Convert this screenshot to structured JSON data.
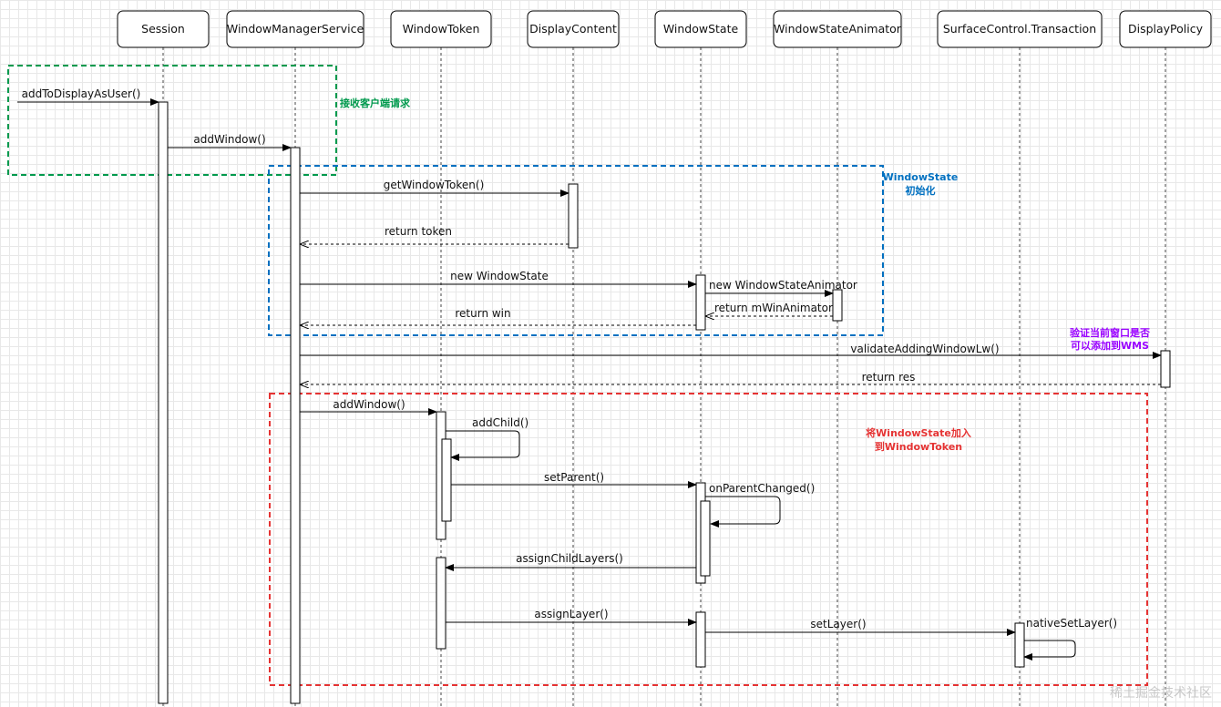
{
  "participants": [
    {
      "id": "session",
      "label": "Session"
    },
    {
      "id": "wms",
      "label": "WindowManagerService"
    },
    {
      "id": "token",
      "label": "WindowToken"
    },
    {
      "id": "dc",
      "label": "DisplayContent"
    },
    {
      "id": "ws",
      "label": "WindowState"
    },
    {
      "id": "wsa",
      "label": "WindowStateAnimator"
    },
    {
      "id": "sct",
      "label": "SurfaceControl.Transaction"
    },
    {
      "id": "dp",
      "label": "DisplayPolicy"
    }
  ],
  "messages": [
    {
      "label": "addToDisplayAsUser()",
      "type": "sync"
    },
    {
      "label": "addWindow()",
      "type": "sync"
    },
    {
      "label": "getWindowToken()",
      "type": "sync"
    },
    {
      "label": "return token",
      "type": "return"
    },
    {
      "label": "new WindowState",
      "type": "sync"
    },
    {
      "label": "new WindowStateAnimator",
      "type": "sync"
    },
    {
      "label": "return mWinAnimator",
      "type": "return"
    },
    {
      "label": "return win",
      "type": "return"
    },
    {
      "label": "validateAddingWindowLw()",
      "type": "sync"
    },
    {
      "label": "return res",
      "type": "return"
    },
    {
      "label": "addWindow()",
      "type": "sync"
    },
    {
      "label": "addChild()",
      "type": "self"
    },
    {
      "label": "setParent()",
      "type": "sync"
    },
    {
      "label": "onParentChanged()",
      "type": "self"
    },
    {
      "label": "assignChildLayers()",
      "type": "sync"
    },
    {
      "label": "assignLayer()",
      "type": "sync"
    },
    {
      "label": "setLayer()",
      "type": "sync"
    },
    {
      "label": "nativeSetLayer()",
      "type": "self"
    }
  ],
  "groups": [
    {
      "id": "receive",
      "lines": [
        "接收客户端请求"
      ],
      "color": "#00994d"
    },
    {
      "id": "init",
      "lines": [
        "WindowState",
        "初始化"
      ],
      "color": "#0070c0"
    },
    {
      "id": "attach",
      "lines": [
        "将WindowState加入",
        "到WindowToken"
      ],
      "color": "#e53333"
    }
  ],
  "notes": [
    {
      "id": "validate",
      "lines": [
        "验证当前窗口是否",
        "可以添加到WMS"
      ],
      "color": "#9900ff"
    }
  ],
  "watermark": "稀土掘金技术社区"
}
